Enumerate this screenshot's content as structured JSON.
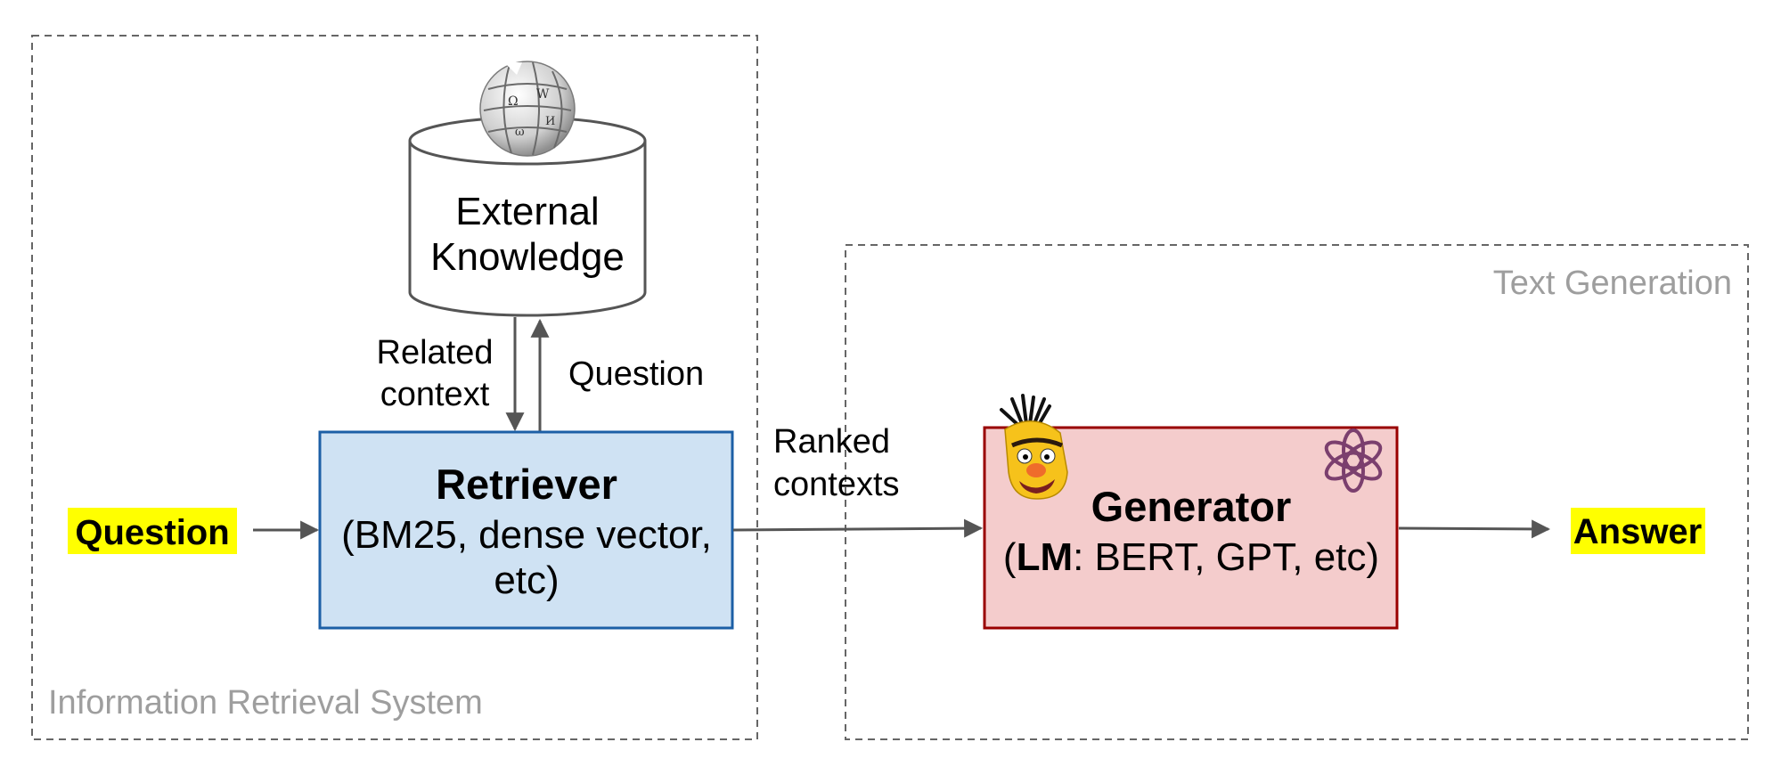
{
  "sections": {
    "ir_system": "Information Retrieval System",
    "text_generation": "Text Generation"
  },
  "knowledge_base": {
    "line1": "External",
    "line2": "Knowledge"
  },
  "edges": {
    "related_context_line1": "Related",
    "related_context_line2": "context",
    "question": "Question",
    "ranked_contexts_line1": "Ranked",
    "ranked_contexts_line2": "contexts"
  },
  "retriever": {
    "title": "Retriever",
    "line1": "(BM25, dense vector,",
    "line2": "etc)"
  },
  "generator": {
    "title": "Generator",
    "prefix": "(",
    "lm": "LM",
    "rest": ": BERT, GPT, etc)"
  },
  "input": "Question",
  "output": "Answer",
  "colors": {
    "highlight": "#ffff00",
    "retriever_fill": "#cfe2f3",
    "retriever_stroke": "#1c5fa6",
    "generator_fill": "#f4cccc",
    "generator_stroke": "#990000",
    "openai_logo": "#7b3f6e"
  },
  "icons": [
    "wikipedia-globe-icon",
    "bert-muppet-icon",
    "openai-logo-icon"
  ]
}
